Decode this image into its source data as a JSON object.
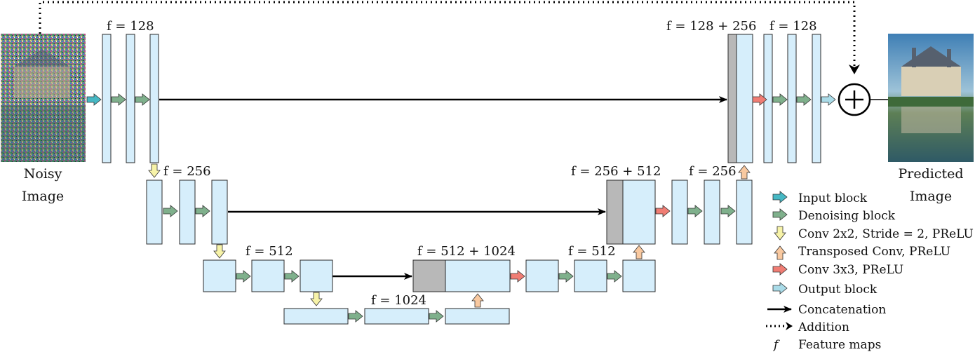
{
  "images": {
    "noisy_label_line1": "Noisy",
    "noisy_label_line2": "Image",
    "predicted_label_line1": "Predicted",
    "predicted_label_line2": "Image"
  },
  "feature_labels": {
    "level1_enc": "f = 128",
    "level1_dec_concat": "f = 128 + 256",
    "level1_dec": "f = 128",
    "level2_enc": "f = 256",
    "level2_dec_concat": "f = 256 + 512",
    "level2_dec": "f = 256",
    "level3_enc": "f = 512",
    "level3_dec_concat": "f = 512 + 1024",
    "level3_dec": "f = 512",
    "bottleneck": "f = 1024"
  },
  "legend": {
    "input_block": "Input block",
    "denoising_block": "Denoising block",
    "conv_stride": "Conv 2x2, Stride = 2, PReLU",
    "transposed_conv": "Transposed Conv, PReLU",
    "conv3x3": "Conv 3x3, PReLU",
    "output_block": "Output block",
    "concatenation": "Concatenation",
    "addition": "Addition",
    "feature_maps_symbol": "f",
    "feature_maps": "Feature maps"
  },
  "colors": {
    "block_fill": "#d6eefb",
    "concat_gray": "#b8b8b8",
    "input_arrow": "#46b8c4",
    "denoising_arrow": "#7fb08c",
    "down_arrow": "#f7f3a8",
    "up_arrow": "#f9c9a0",
    "conv3x3_arrow": "#f07d74",
    "output_arrow": "#a9dbe8"
  }
}
